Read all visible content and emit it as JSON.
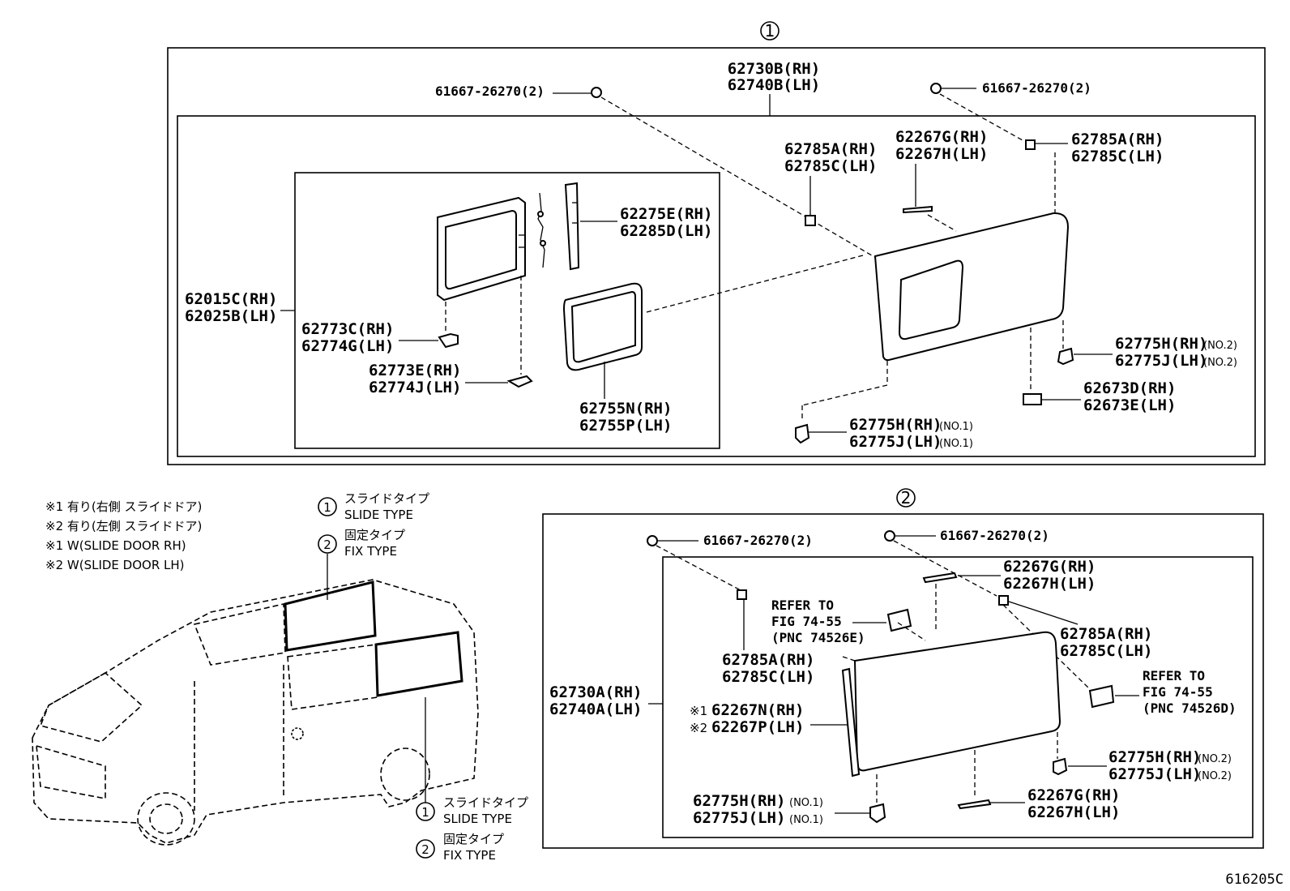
{
  "fig_code": "616205C",
  "variants": {
    "v1": {
      "marker": "1",
      "jp": "スライドタイプ",
      "en": "SLIDE TYPE"
    },
    "v2": {
      "marker": "2",
      "jp": "固定タイプ",
      "en": "FIX TYPE"
    }
  },
  "notes": [
    "※1 有り(右側 スライドドア)",
    "※2 有り(左側 スライドドア)",
    "※1 W(SLIDE DOOR RH)",
    "※2 W(SLIDE DOOR LH)"
  ],
  "slide": {
    "outer_a": "62730B(RH)",
    "outer_b": "62740B(LH)",
    "clip_left": "61667-26270(2)",
    "clip_right": "61667-26270(2)",
    "weather_a": "62267G(RH)",
    "weather_b": "62267H(LH)",
    "bracket_mid_a": "62785A(RH)",
    "bracket_mid_b": "62785C(LH)",
    "bracket_right_a": "62785A(RH)",
    "bracket_right_b": "62785C(LH)",
    "frame_a": "62275E(RH)",
    "frame_b": "62285D(LH)",
    "window_a": "62015C(RH)",
    "window_b": "62025B(LH)",
    "hinge_a": "62773C(RH)",
    "hinge_b": "62774G(LH)",
    "hinge2_a": "62773E(RH)",
    "hinge2_b": "62774J(LH)",
    "seal_a": "62755N(RH)",
    "seal_b": "62755P(LH)",
    "stopper2_a": "62775H(RH)",
    "stopper2_b": "62775J(LH)",
    "no2": "(NO.2)",
    "latch_a": "62673D(RH)",
    "latch_b": "62673E(LH)",
    "stopper1_a": "62775H(RH)",
    "stopper1_b": "62775J(LH)",
    "no1": "(NO.1)"
  },
  "fix": {
    "clip_left": "61667-26270(2)",
    "clip_right": "61667-26270(2)",
    "refer1_a": "REFER TO",
    "refer1_b": "FIG 74-55",
    "refer1_c": "(PNC 74526E)",
    "weather_top_a": "62267G(RH)",
    "weather_top_b": "62267H(LH)",
    "bracket_right_a": "62785A(RH)",
    "bracket_right_b": "62785C(LH)",
    "bracket_left_a": "62785A(RH)",
    "bracket_left_b": "62785C(LH)",
    "refer2_a": "REFER TO",
    "refer2_b": "FIG 74-55",
    "refer2_c": "(PNC 74526D)",
    "outer_a": "62730A(RH)",
    "outer_b": "62740A(LH)",
    "mark1": "※1",
    "mark2": "※2",
    "pillar_a": "62267N(RH)",
    "pillar_b": "62267P(LH)",
    "stopper2_a": "62775H(RH)",
    "stopper2_b": "62775J(LH)",
    "no2": "(NO.2)",
    "weather_bot_a": "62267G(RH)",
    "weather_bot_b": "62267H(LH)",
    "stopper1_a": "62775H(RH)",
    "stopper1_b": "62775J(LH)",
    "no1": "(NO.1)"
  }
}
